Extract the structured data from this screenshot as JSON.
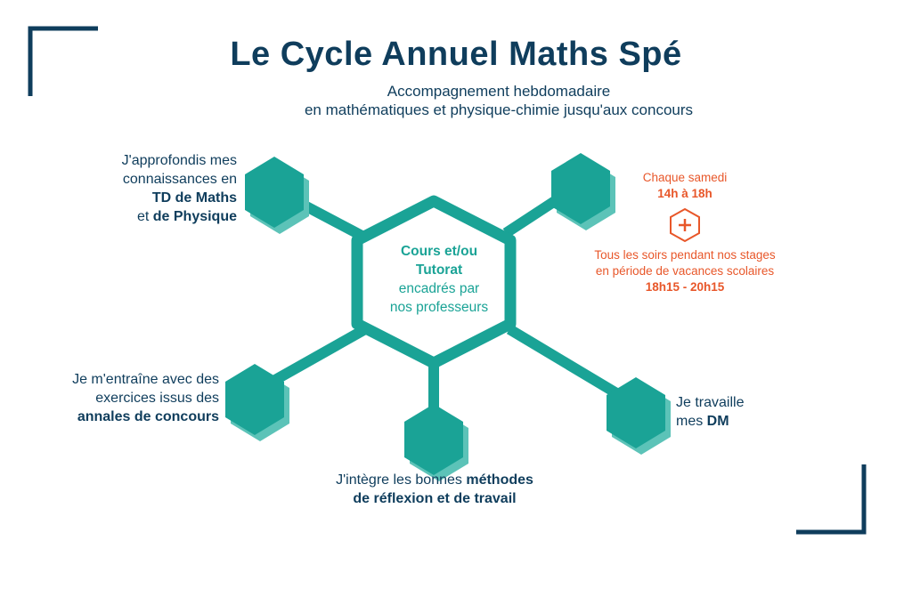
{
  "title": "Le Cycle Annuel Maths Spé",
  "subtitle": {
    "line1": "Accompagnement hebdomadaire",
    "line2": "en mathématiques et physique-chimie jusqu'aux concours"
  },
  "center": {
    "bold1": "Cours et/ou",
    "bold2": "Tutorat",
    "line3": "encadrés par",
    "line4": "nos professeurs"
  },
  "top_left": {
    "line1": "J'approfondis mes",
    "line2": "connaissances en",
    "bold3": "TD de Maths",
    "prefix4": "et ",
    "bold4": "de Physique"
  },
  "top_right": {
    "line1": "Chaque samedi",
    "bold2": "14h à 18h",
    "plus_icon": "plus-hexagon-icon",
    "line3": "Tous les soirs pendant nos stages",
    "line4": "en période de vacances scolaires",
    "bold5": "18h15 - 20h15"
  },
  "bottom_left": {
    "line1": "Je m'entraîne avec des",
    "line2": "exercices issus des",
    "bold3": "annales de concours"
  },
  "bottom_center": {
    "prefix1": "J'intègre les bonnes ",
    "bold1": "méthodes",
    "bold2": "de réflexion et de travail"
  },
  "bottom_right": {
    "line1": "Je travaille",
    "prefix2": "mes ",
    "bold2": "DM"
  },
  "colors": {
    "teal": "#1aa396",
    "teal_light": "#5cc3b8",
    "navy": "#0f3d5c",
    "orange": "#e8572a"
  }
}
